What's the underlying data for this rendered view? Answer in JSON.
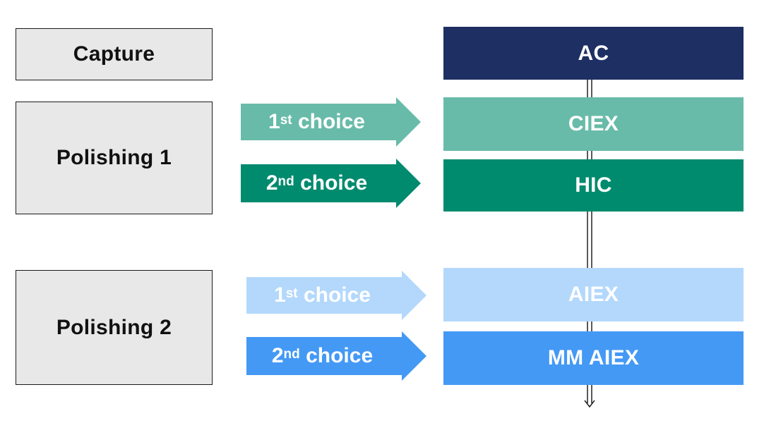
{
  "stages": {
    "capture": "Capture",
    "polishing1": "Polishing 1",
    "polishing2": "Polishing 2"
  },
  "choices": {
    "p1_first": {
      "base": "1",
      "sup": "st",
      "rest": " choice",
      "color": "#68bba9"
    },
    "p1_second": {
      "base": "2",
      "sup": "nd",
      "rest": " choice",
      "color": "#008a6e"
    },
    "p2_first": {
      "base": "1",
      "sup": "st",
      "rest": " choice",
      "color": "#b3d8fc"
    },
    "p2_second": {
      "base": "2",
      "sup": "nd",
      "rest": " choice",
      "color": "#4499f5"
    }
  },
  "methods": {
    "ac": {
      "label": "AC",
      "color": "#1e2f63"
    },
    "ciex": {
      "label": "CIEX",
      "color": "#68bba9"
    },
    "hic": {
      "label": "HIC",
      "color": "#008a6e"
    },
    "aiex": {
      "label": "AIEX",
      "color": "#b3d8fc"
    },
    "mm_aiex": {
      "label": "MM AIEX",
      "color": "#4499f5"
    }
  }
}
